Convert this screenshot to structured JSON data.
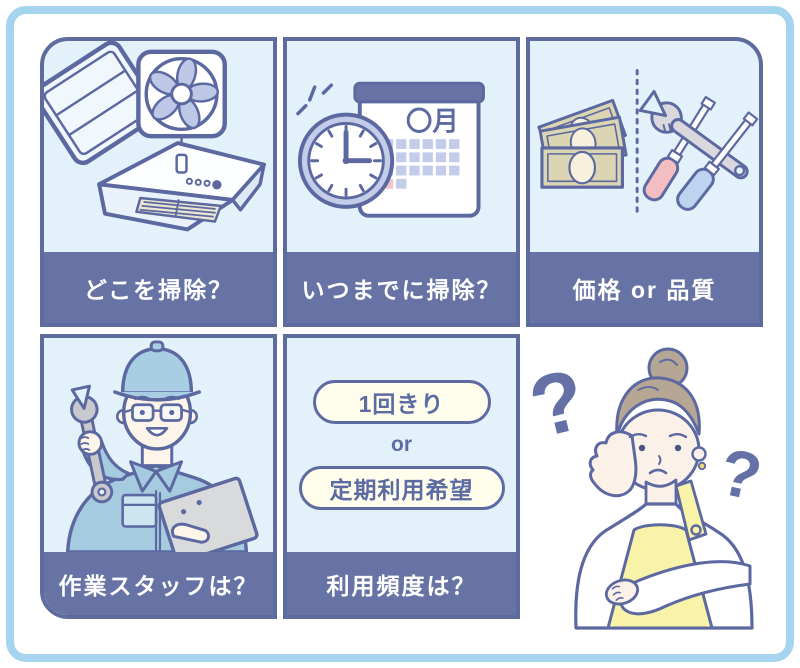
{
  "palette": {
    "frame_border": "#a4d4ee",
    "card_border": "#5e6b9d",
    "caption_bg": "#6673a4",
    "card_fill": "#e3f1fb",
    "line": "#5c68a0",
    "periwinkle": "#c3cce9",
    "pill_bg": "#fffdeb",
    "money_beige": "#dbd5b3",
    "pink": "#f2bec2",
    "tool_blue": "#bdd3f0",
    "apron_yellow": "#f9f2a9",
    "hair_taupe": "#b6a694",
    "skin": "#fdf5ea"
  },
  "cards": [
    {
      "caption": "どこを掃除？"
    },
    {
      "caption": "いつまでに掃除？",
      "calendar_month": "〇月"
    },
    {
      "caption": "価格 or 品質"
    },
    {
      "caption": "作業スタッフは？"
    },
    {
      "caption": "利用頻度は？",
      "options": [
        "1回きり",
        "or",
        "定期利用希望"
      ]
    }
  ],
  "woman": {
    "question_mark_left": "?",
    "question_mark_right": "?"
  }
}
